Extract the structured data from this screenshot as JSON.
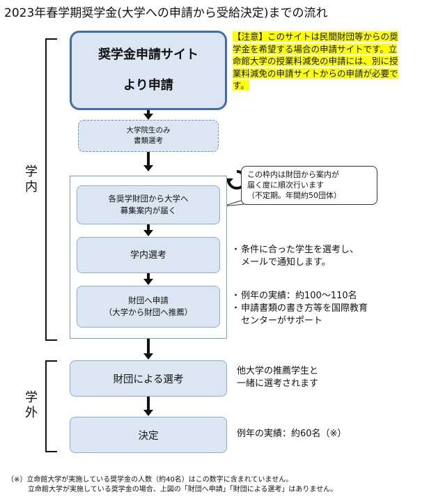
{
  "title": "2023年春学期奨学金(大学への申請から受給決定)までの流れ",
  "sections": {
    "internal_label": [
      "学",
      "内"
    ],
    "external_label": [
      "学",
      "外"
    ]
  },
  "boxes": {
    "apply": [
      "奨学金申請サイト",
      "より申請"
    ],
    "grad_only": [
      "大学院生のみ",
      "書類選考"
    ],
    "foundation_notice": [
      "各奨学財団から大学へ",
      "募集案内が届く"
    ],
    "internal_selection": "学内選考",
    "apply_foundation": [
      "財団へ申請",
      "（大学から財団へ推薦）"
    ],
    "foundation_selection": "財団による選考",
    "decision": "決定"
  },
  "notes": {
    "caution": "【注意】このサイトは民間財団等からの奨学金を希望する場合の申請サイトです。立命館大学の授業料減免の申請には、別に授業料減免の申請サイトからの申請が必要です。",
    "callout": [
      "この枠内は財団から案内が",
      "届く度に順次行います",
      "（不定期。年間約50団体）"
    ],
    "selection_note": [
      "条件に合った学生を選考し、",
      "メールで通知します。"
    ],
    "results_note": [
      "例年の実績：約100～110名"
    ],
    "support_note": [
      "申請書類の書き方等を国際教育",
      "センターがサポート"
    ],
    "other_univ": [
      "他大学の推薦学生と",
      "一緒に選考されます"
    ],
    "decision_note": "例年の実績：約60名（※）"
  },
  "footnote": [
    "（※）立命館大学が実施している奨学金の人数（約40名）はこの数字に含まれていません。",
    "　　　立命館大学が実施している奨学金の場合、上図の「財団へ申請」「財団による選考」はありません。"
  ],
  "colors": {
    "box_fill": "#dce6f2",
    "main_border": "#3f6fa6",
    "highlight": "#ffff00"
  }
}
